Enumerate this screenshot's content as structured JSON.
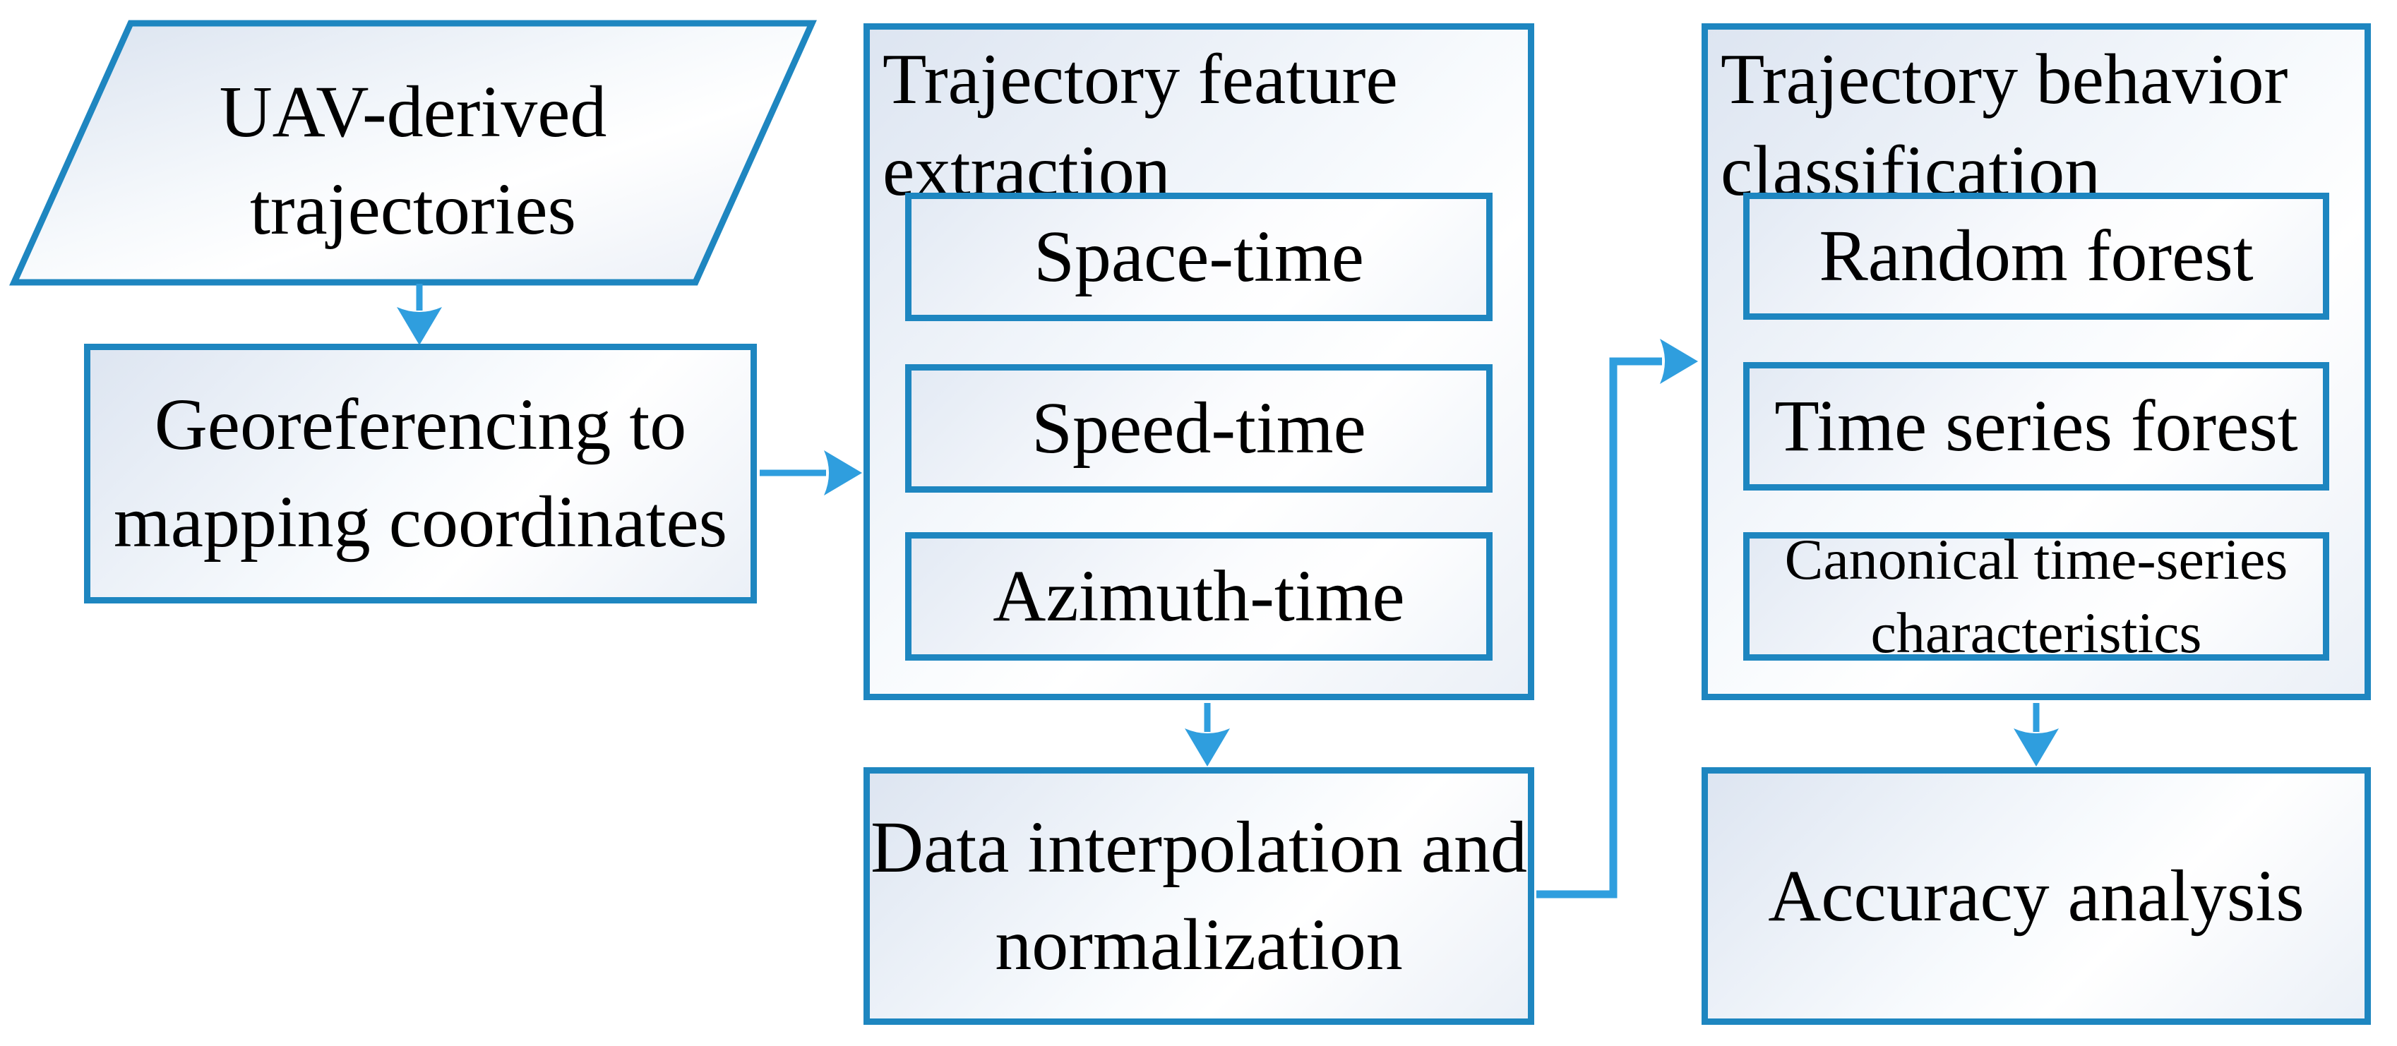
{
  "colors": {
    "shape_border": "#1e86c0",
    "arrow": "#2f9ede",
    "fill_tint": "#dde5f1",
    "text": "#000000",
    "background": "#ffffff"
  },
  "nodes": {
    "uav": {
      "label": "UAV-derived\ntrajectories"
    },
    "georeferencing": {
      "label": "Georeferencing to\nmapping coordinates"
    },
    "feature_extraction": {
      "title": "Trajectory feature\nextraction",
      "children": [
        {
          "label": "Space-time"
        },
        {
          "label": "Speed-time"
        },
        {
          "label": "Azimuth-time"
        }
      ]
    },
    "interpolation": {
      "label": "Data interpolation and\nnormalization"
    },
    "classification": {
      "title": "Trajectory behavior\nclassification",
      "children": [
        {
          "label": "Random forest"
        },
        {
          "label": "Time series forest"
        },
        {
          "label": "Canonical time-series\ncharacteristics"
        }
      ]
    },
    "accuracy": {
      "label": "Accuracy analysis"
    }
  }
}
